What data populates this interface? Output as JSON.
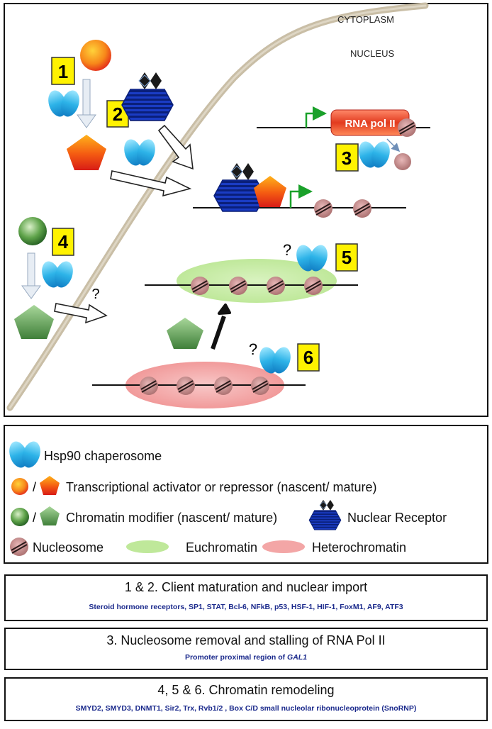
{
  "diagram": {
    "compartments": {
      "outer": "CYTOPLASM",
      "inner": "NUCLEUS"
    },
    "step_labels": [
      "1",
      "2",
      "3",
      "4",
      "5",
      "6"
    ],
    "rna_pol_label": "RNA pol II",
    "question_mark": "?"
  },
  "legend": {
    "hsp90": "Hsp90 chaperosome",
    "transcription_factor": "Transcriptional activator or repressor (nascent/ mature)",
    "slash": "/",
    "chromatin_modifier": "Chromatin modifier (nascent/ mature)",
    "nuclear_receptor": "Nuclear Receptor",
    "nucleosome": "Nucleosome",
    "euchromatin": "Euchromatin",
    "heterochromatin": "Heterochromatin"
  },
  "panels": [
    {
      "title": "1 & 2. Client maturation and nuclear import",
      "subtitle_plain": "Steroid hormone receptors,  SP1, STAT, Bcl-6, NFkB, p53, HSF-1, HIF-1, FoxM1, AF9, ATF3",
      "subtitle_italic": ""
    },
    {
      "title": "3. Nucleosome removal and stalling of RNA Pol II",
      "subtitle_plain": "Promoter proximal region of ",
      "subtitle_italic": "GAL1"
    },
    {
      "title": "4, 5 & 6. Chromatin remodeling",
      "subtitle_plain": "SMYD2, SMYD3, DNMT1,  Sir2, Trx, Rvb1/2 , Box C/D small nucleolar ribonucleoprotein (SnoRNP)",
      "subtitle_italic": ""
    }
  ],
  "colors": {
    "hsp90": "#2aa7dd",
    "activator_orange": "#f36b12",
    "repressor_red": "#e1261c",
    "modifier_green": "#3f8a3b",
    "receptor_blue": "#1430a8",
    "nucleosome": "#c98e8e",
    "euchromatin": "#bfe89a",
    "heterochromatin": "#f3a6a6",
    "label_yellow": "#fff200",
    "arrow_green": "#1aa12a",
    "gene_text": "#1b2a8c"
  }
}
